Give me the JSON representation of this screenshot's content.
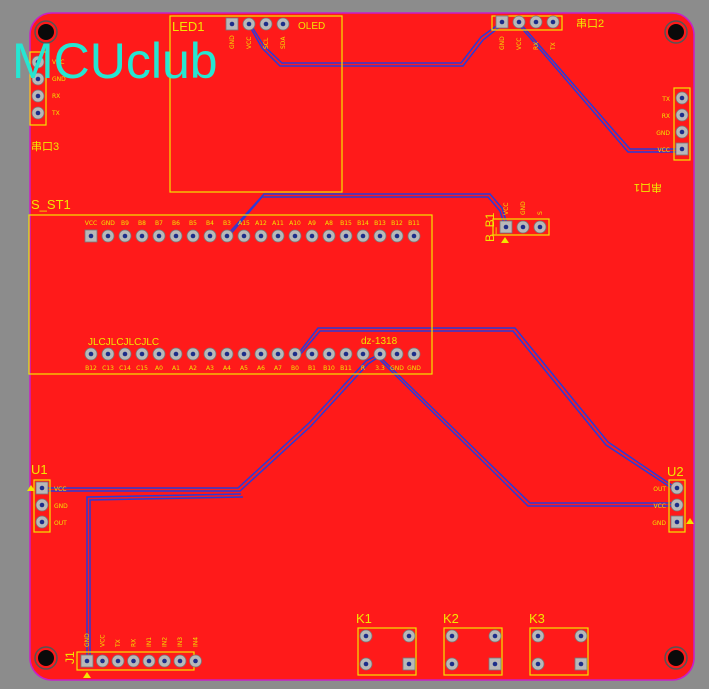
{
  "watermark": "MCUclub",
  "colors": {
    "board": "#ff1a1a",
    "background": "#8c8c8c",
    "silkscreen": "#f2e600",
    "trace": "#2b3bd8",
    "pad": "#b8b8b8",
    "watermark": "#26e6d2",
    "outline": "#c81ec8"
  },
  "components": {
    "led1": {
      "ref": "LED1",
      "name": "OLED",
      "pins": [
        "GND",
        "VCC",
        "SCL",
        "SDA"
      ]
    },
    "chuankou2": {
      "ref": "串口2",
      "pins": [
        "GND",
        "VCC",
        "RX",
        "TX"
      ]
    },
    "chuankou3": {
      "ref": "串口3",
      "pins": [
        "VCC",
        "GND",
        "RX",
        "TX"
      ]
    },
    "chuankou1": {
      "ref": "串口1",
      "pins": [
        "TX",
        "RX",
        "GND",
        "VCC"
      ]
    },
    "s_st1": {
      "ref": "S_ST1",
      "brand_text": "JLCJLCJLCJLC",
      "model_text": "dz-1318",
      "top_pins": [
        "VCC",
        "GND",
        "B9",
        "B8",
        "B7",
        "B6",
        "B5",
        "B4",
        "B3",
        "A15",
        "A12",
        "A11",
        "A10",
        "A9",
        "A8",
        "B15",
        "B14",
        "B13",
        "B12",
        "B11"
      ],
      "bottom_pins": [
        "B12",
        "C13",
        "C14",
        "C15",
        "A0",
        "A1",
        "A2",
        "A3",
        "A4",
        "A5",
        "A6",
        "A7",
        "B0",
        "B1",
        "B10",
        "B11",
        "R",
        "3.3",
        "GND",
        "GND"
      ]
    },
    "b_b1": {
      "ref": "B_B1",
      "pins": [
        "VCC",
        "GND",
        "S"
      ]
    },
    "u1": {
      "ref": "U1",
      "pins": [
        "VCC",
        "GND",
        "OUT"
      ]
    },
    "u2": {
      "ref": "U2",
      "pins": [
        "OUT",
        "VCC",
        "GND"
      ]
    },
    "j1": {
      "ref": "J1",
      "pins": [
        "GND",
        "VCC",
        "TX",
        "RX",
        "IN1",
        "IN2",
        "IN3",
        "IN4"
      ]
    },
    "k1": {
      "ref": "K1"
    },
    "k2": {
      "ref": "K2"
    },
    "k3": {
      "ref": "K3"
    }
  }
}
